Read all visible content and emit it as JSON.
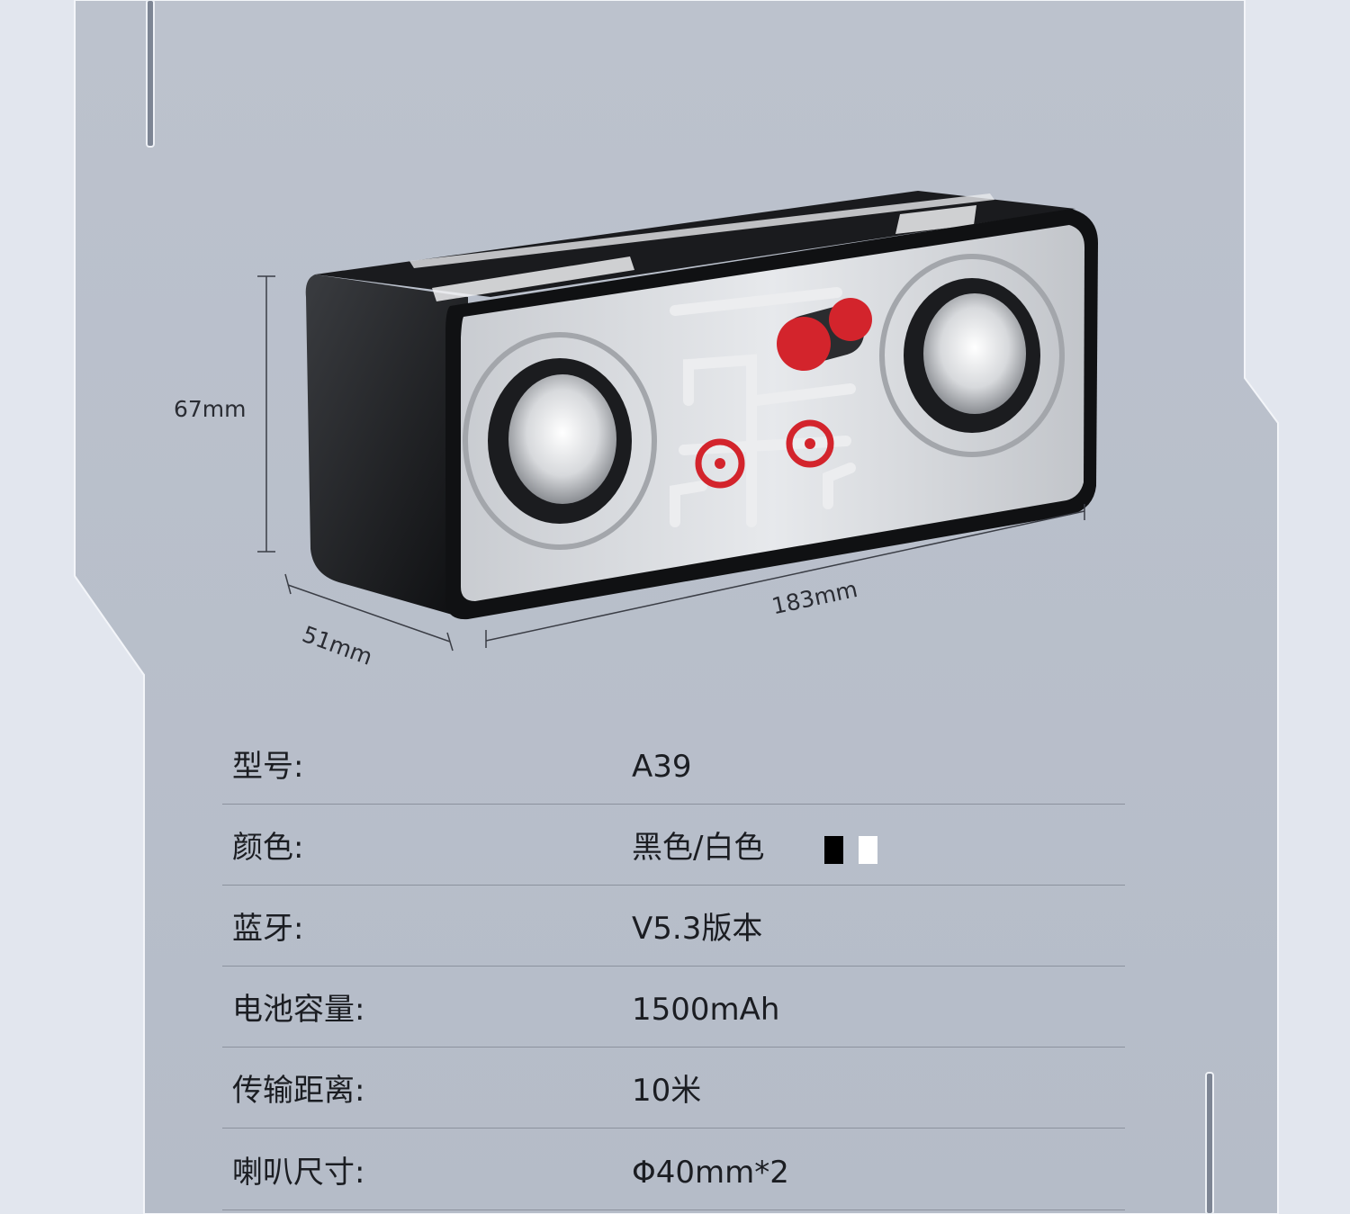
{
  "dimensions": {
    "height": "67mm",
    "depth": "51mm",
    "length": "183mm"
  },
  "specs": [
    {
      "label": "型号:",
      "value": "A39"
    },
    {
      "label": "颜色:",
      "value": "黑色/白色"
    },
    {
      "label": "蓝牙:",
      "value": "V5.3版本"
    },
    {
      "label": "电池容量:",
      "value": "1500mAh"
    },
    {
      "label": "传输距离:",
      "value": "10米"
    },
    {
      "label": "喇叭尺寸:",
      "value": "Φ40mm*2"
    }
  ],
  "swatches": [
    "#000000",
    "#ffffff"
  ],
  "colors": {
    "panel": "#b8bfca",
    "outer": "#e2e6ee",
    "accent_red": "#d3242c"
  }
}
